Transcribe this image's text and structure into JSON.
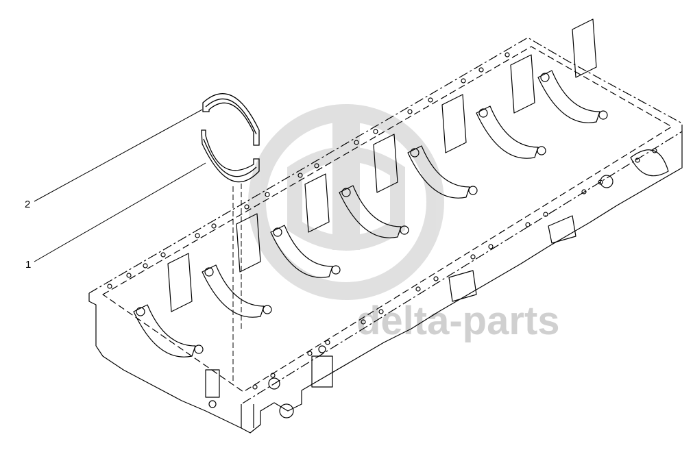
{
  "callouts": [
    {
      "id": "1",
      "label": "1"
    },
    {
      "id": "2",
      "label": "2"
    }
  ],
  "watermark": {
    "text": "delta-parts",
    "color": "#c8c8c8"
  },
  "colors": {
    "line": "#000000",
    "background": "#ffffff",
    "watermark": "#c8c8c8"
  }
}
